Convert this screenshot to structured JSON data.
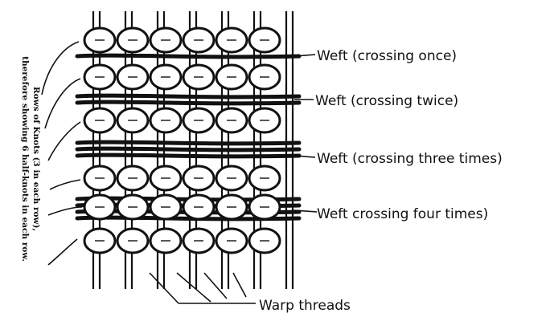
{
  "diagram": {
    "side_note_line1": "Rows of Knots (3 in each row),",
    "side_note_line2": "therefore showing 6 half-knots in each row.",
    "labels": {
      "weft_once": "Weft (crossing once)",
      "weft_twice": "Weft (crossing twice)",
      "weft_three": "Weft (crossing three times)",
      "weft_four": "Weft crossing four times)",
      "warp": "Warp threads"
    },
    "knot_rows": 6,
    "knots_per_row": 6
  }
}
